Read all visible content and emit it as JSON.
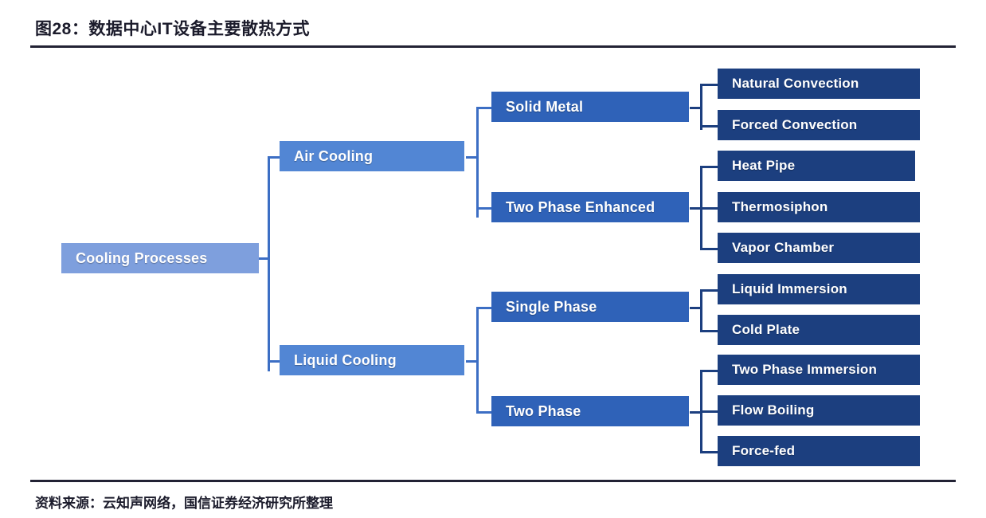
{
  "figure": {
    "title": "图28：数据中心IT设备主要散热方式",
    "source": "资料来源：云知声网络，国信证券经济研究所整理"
  },
  "chart_data": {
    "type": "diagram",
    "diagram_type": "horizontal-tree",
    "title": "图28：数据中心IT设备主要散热方式",
    "root": "Cooling Processes",
    "colors": {
      "level_root": "#7e9fdd",
      "level_2": "#5286d4",
      "level_3": "#2f62b8",
      "level_4": "#1c3f7f",
      "connector_mid": "#3c6ec4",
      "connector_deep": "#1c3f7f",
      "rule": "#222234",
      "text": "#ffffff",
      "background": "#ffffff"
    },
    "nodes": {
      "root": {
        "label": "Cooling Processes",
        "level": 1
      },
      "l2": [
        {
          "label": "Air Cooling",
          "level": 2
        },
        {
          "label": "Liquid Cooling",
          "level": 2
        }
      ],
      "l3": [
        {
          "label": "Solid Metal",
          "level": 3,
          "parent": "Air Cooling"
        },
        {
          "label": "Two Phase Enhanced",
          "level": 3,
          "parent": "Air Cooling"
        },
        {
          "label": "Single Phase",
          "level": 3,
          "parent": "Liquid Cooling"
        },
        {
          "label": "Two Phase",
          "level": 3,
          "parent": "Liquid Cooling"
        }
      ],
      "l4": [
        {
          "label": "Natural Convection",
          "level": 4,
          "parent": "Solid Metal"
        },
        {
          "label": "Forced Convection",
          "level": 4,
          "parent": "Solid Metal"
        },
        {
          "label": "Heat Pipe",
          "level": 4,
          "parent": "Two Phase Enhanced"
        },
        {
          "label": "Thermosiphon",
          "level": 4,
          "parent": "Two Phase Enhanced"
        },
        {
          "label": "Vapor Chamber",
          "level": 4,
          "parent": "Two Phase Enhanced"
        },
        {
          "label": "Liquid Immersion",
          "level": 4,
          "parent": "Single Phase"
        },
        {
          "label": "Cold Plate",
          "level": 4,
          "parent": "Single Phase"
        },
        {
          "label": "Two Phase Immersion",
          "level": 4,
          "parent": "Two Phase"
        },
        {
          "label": "Flow Boiling",
          "level": 4,
          "parent": "Two Phase"
        },
        {
          "label": "Force-fed",
          "level": 4,
          "parent": "Two Phase"
        }
      ]
    }
  }
}
